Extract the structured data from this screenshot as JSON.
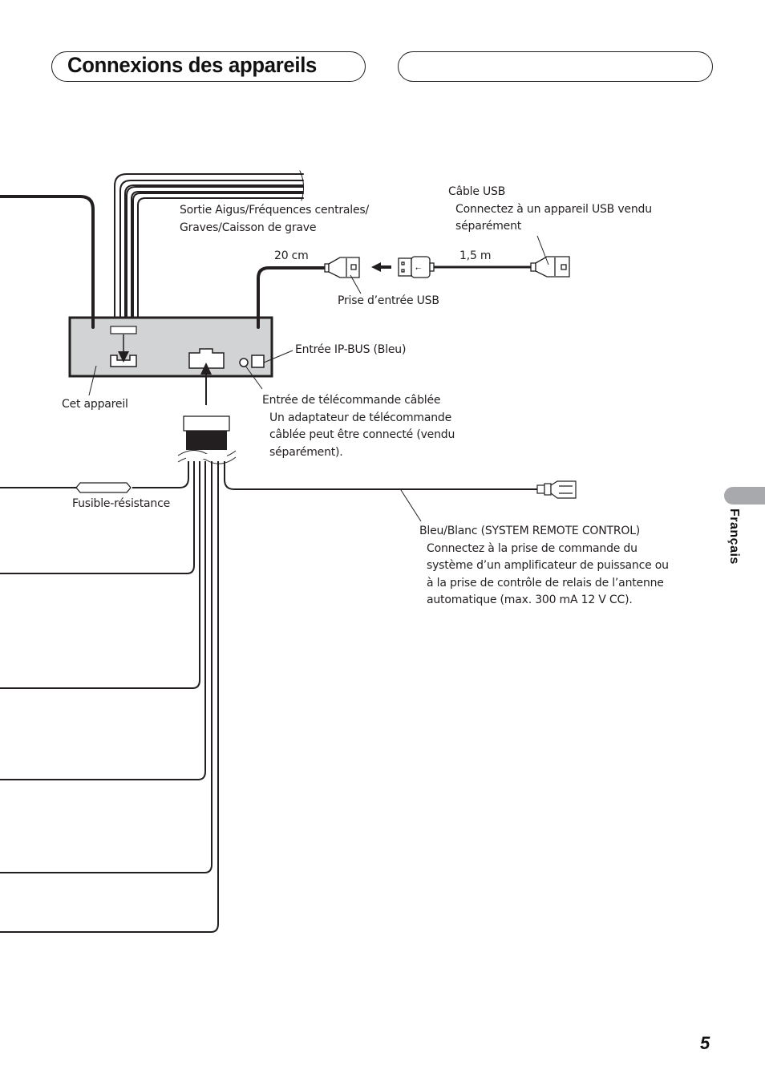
{
  "header": {
    "title": "Connexions des appareils",
    "right_box_text": ""
  },
  "side_tab": {
    "label": "Français"
  },
  "page_number": "5",
  "labels": {
    "speaker_outputs": [
      "Sortie Aigus/Fréquences centrales/",
      "Graves/Caisson de grave"
    ],
    "usb_cable": {
      "title": "Câble USB",
      "desc": [
        "Connectez à un appareil USB vendu",
        "séparément"
      ]
    },
    "length_20cm": "20 cm",
    "length_1_5m": "1,5 m",
    "usb_input_jack": "Prise d’entrée USB",
    "ip_bus_input": "Entrée IP-BUS (Bleu)",
    "this_unit": "Cet appareil",
    "wired_remote": {
      "title": "Entrée de télécommande câblée",
      "desc": [
        "Un adaptateur de télécommande",
        "câblée peut être connecté (vendu",
        "séparément)."
      ]
    },
    "fuse_resistor": "Fusible-résistance",
    "system_remote": {
      "title": "Bleu/Blanc (SYSTEM REMOTE CONTROL)",
      "desc": [
        "Connectez à la prise de commande du",
        "système d’un amplificateur de puissance ou",
        "à la prise de contrôle de relais de l’antenne",
        "automatique (max. 300 mA 12 V CC)."
      ]
    }
  },
  "colors": {
    "ink": "#231f20",
    "unit_fill": "#d1d3d4",
    "tab_gray": "#a7a9ac"
  }
}
